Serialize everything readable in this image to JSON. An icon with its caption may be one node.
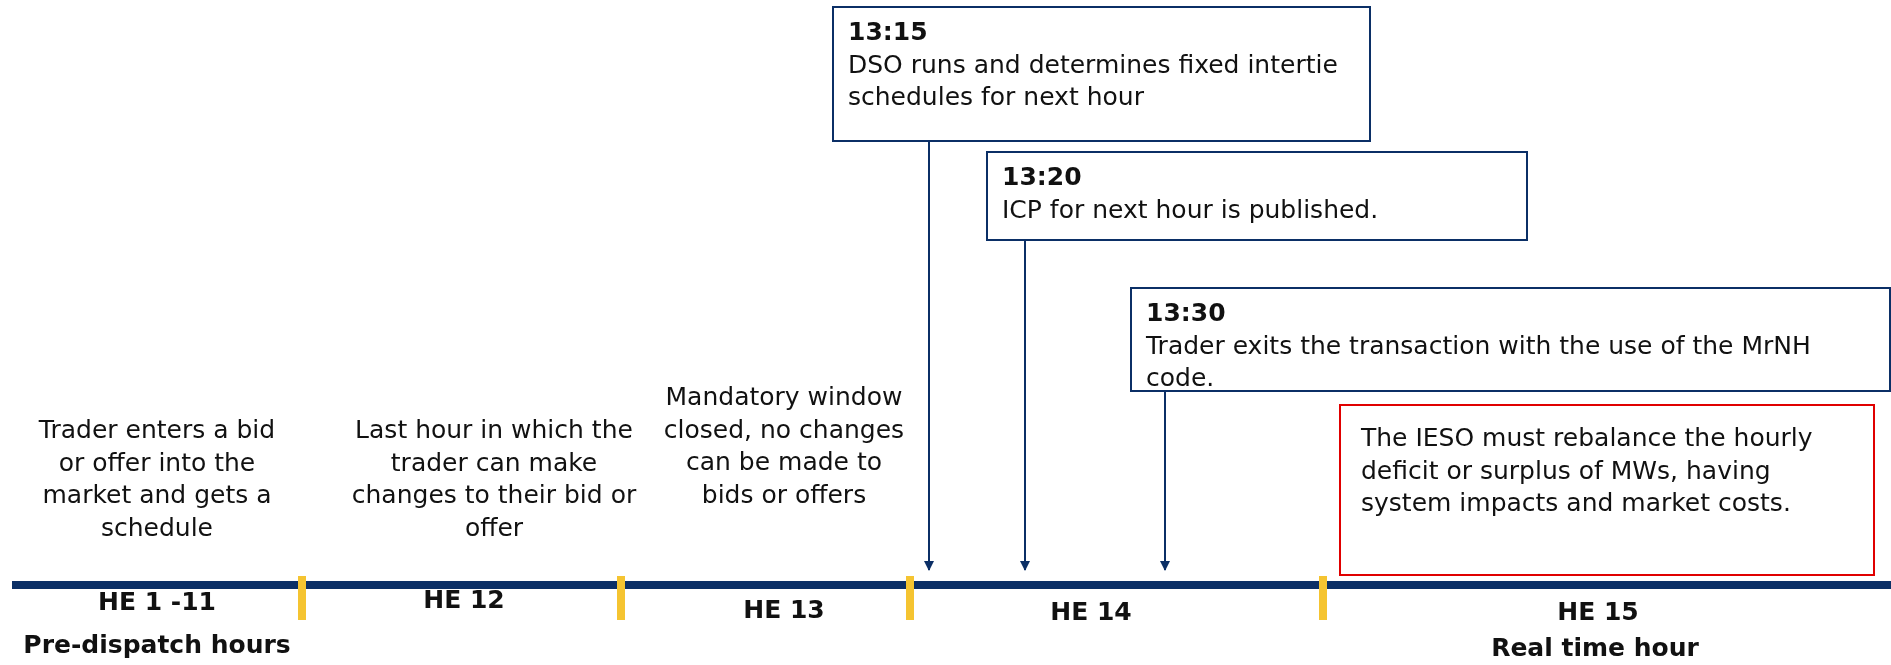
{
  "diagram": {
    "nodes": [
      {
        "text": [
          "13:15",
          "DSO runs and determines fixed intertie schedules for next hour"
        ]
      },
      {
        "text": [
          "13:20",
          "ICP for next hour is published."
        ]
      },
      {
        "text": [
          "13:30",
          "Trader exits the transaction with the use of the MrNH code."
        ]
      },
      {
        "text": [
          "The IESO must rebalance the hourly deficit or surplus of MWs, having system impacts and market costs."
        ]
      }
    ],
    "edges": [
      {
        "from": 0,
        "to": null,
        "arrow": "to"
      },
      {
        "from": 1,
        "to": null,
        "arrow": "to"
      },
      {
        "from": 2,
        "to": null,
        "arrow": "to"
      }
    ],
    "labels": [
      "Trader enters a bid or offer into the market and gets a schedule",
      "Last hour in which the trader can make changes to their bid or offer",
      "Mandatory window closed, no changes can be made to bids or offers",
      "HE 1 -11",
      "Pre-dispatch hours",
      "HE 12",
      "HE 13",
      "HE 14",
      "HE 15",
      "Real time hour"
    ]
  }
}
